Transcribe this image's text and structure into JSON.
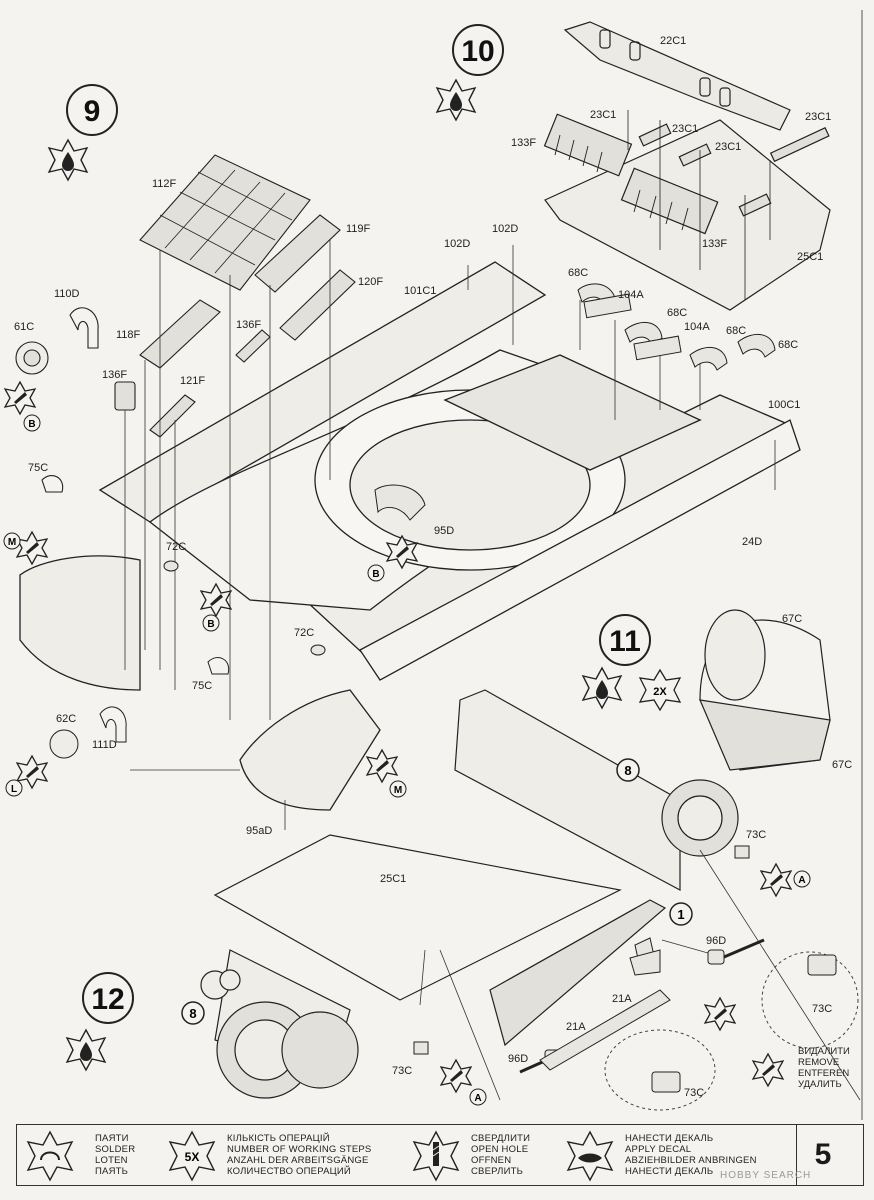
{
  "steps": {
    "s9": "9",
    "s10": "10",
    "s11": "11",
    "s12": "12",
    "s11_multiplier": "2X"
  },
  "part_labels": {
    "p22c1": "22C1",
    "p23c1_a": "23C1",
    "p23c1_b": "23C1",
    "p23c1_c": "23C1",
    "p23c1_d": "23C1",
    "p133f_a": "133F",
    "p133f_b": "133F",
    "p25c1_top": "25C1",
    "p112f": "112F",
    "p119f": "119F",
    "p120f": "120F",
    "p102d_a": "102D",
    "p102d_b": "102D",
    "p101c1": "101C1",
    "p110d": "110D",
    "p61c": "61C",
    "p118f": "118F",
    "p136f_a": "136F",
    "p136f_b": "136F",
    "p121f": "121F",
    "p68c_a": "68C",
    "p68c_b": "68C",
    "p68c_c": "68C",
    "p68c_d": "68C",
    "p104a_a": "104A",
    "p104a_b": "104A",
    "p100c1": "100C1",
    "p75c_a": "75C",
    "p75c_b": "75C",
    "p72c_a": "72C",
    "p72c_b": "72C",
    "p95d": "95D",
    "p24d": "24D",
    "p67c_a": "67C",
    "p67c_b": "67C",
    "p62c": "62C",
    "p111d": "111D",
    "p95ad": "95aD",
    "p25c1_mid": "25C1",
    "p73c_a": "73C",
    "p73c_b": "73C",
    "p73c_c": "73C",
    "p73c_d": "73C",
    "p96d_a": "96D",
    "p96d_b": "96D",
    "p21a_a": "21A",
    "p21a_b": "21A"
  },
  "markers": {
    "b1": "B",
    "b2": "B",
    "b3": "B",
    "m1": "M",
    "m2": "M",
    "l1": "L",
    "a1": "A",
    "a2": "A",
    "sub8_a": "8",
    "sub8_b": "8",
    "sub1": "1"
  },
  "remove_note": [
    "ВИДАЛИТИ",
    "REMOVE",
    "ENTFEREN",
    "УДАЛИТЬ"
  ],
  "legend": {
    "solder": [
      "ПАЯТИ",
      "SOLDER",
      "LOTEN",
      "ПАЯТЬ"
    ],
    "steps_count_badge": "5X",
    "steps_count": [
      "КІЛЬКІСТЬ ОПЕРАЦІЙ",
      "NUMBER OF WORKING STEPS",
      "ANZAHL DER ARBEITSGÄNGE",
      "КОЛИЧЕСТВО ОПЕРАЦИЙ"
    ],
    "open_hole": [
      "СВЕРДЛИТИ",
      "OPEN HOLE",
      "OFFNEN",
      "СВЕРЛИТЬ"
    ],
    "apply_decal": [
      "НАНЕСТИ ДЕКАЛЬ",
      "APPLY DECAL",
      "ABZIEHBILDER ANBRINGEN",
      "НАНЕСТИ ДЕКАЛЬ"
    ]
  },
  "page_number": "5",
  "watermark": "HOBBY SEARCH"
}
